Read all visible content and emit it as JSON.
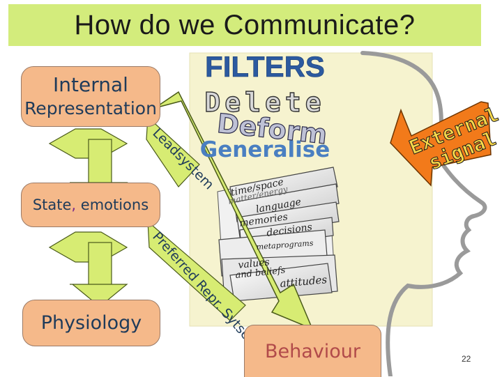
{
  "title": "How do we Communicate?",
  "internal": {
    "line1": "Internal",
    "line2": "Representation"
  },
  "state": {
    "word1": "State",
    "comma": ",",
    "word2": " emotions"
  },
  "physiology": "Physiology",
  "behaviour": "Behaviour",
  "filters": {
    "heading": "FILTERS",
    "delete": "Delete",
    "deform": "Deform",
    "generalise": "Generalise"
  },
  "paper_labels": {
    "time_space": "time/space",
    "matter_energy": "matter/energy",
    "language": "language",
    "memories": "memories",
    "decisions": "decisions",
    "metaprograms": "metaprograms",
    "values": "values",
    "and_beliefs": "and beliefs",
    "attitudes": "attitudes"
  },
  "lead_system": "Leadsystem",
  "preferred": "Preferred Repr. Sytsem",
  "external_signal": {
    "line1": "External",
    "line2": "signal"
  },
  "slide_number": "22",
  "colors": {
    "title_bg": "#d3ec7c",
    "box_fill": "#f5b98a",
    "arrow_green": "#d7ec73",
    "filter_yellow_bg": "#f6f3cf",
    "filter_heading": "#2c5aa0",
    "external_orange": "#f27a1a"
  }
}
